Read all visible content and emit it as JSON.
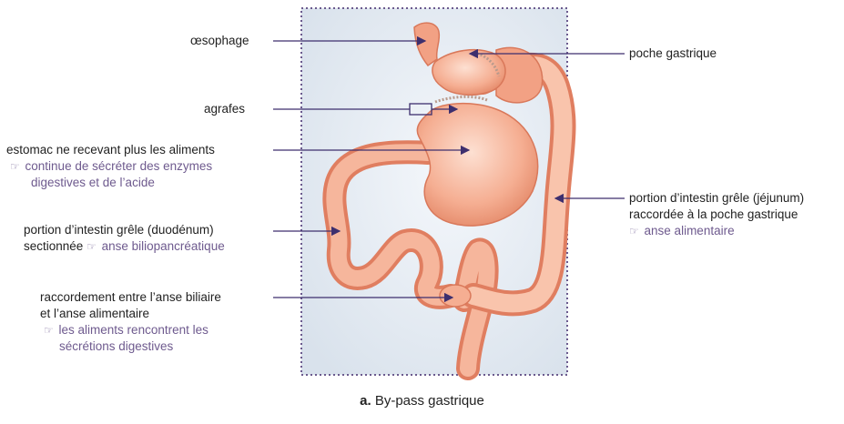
{
  "labels": {
    "oesophage": "œsophage",
    "agrafes": "agrafes",
    "poche": "poche gastrique",
    "estomac_line1": "estomac ne recevant plus les aliments",
    "estomac_line2": "continue de sécréter des enzymes",
    "estomac_line3": "digestives et de l’acide",
    "duodenum_line1": "portion d’intestin grêle (duodénum)",
    "duodenum_line2": "sectionnée",
    "duodenum_line2b": "anse biliopancréatique",
    "jejunum_line1": "portion d’intestin grêle (jéjunum)",
    "jejunum_line2": "raccordée à la poche gastrique",
    "jejunum_line3": "anse alimentaire",
    "raccord_line1": "raccordement entre l’anse biliaire",
    "raccord_line2": "et l’anse alimentaire",
    "raccord_line3": "les aliments rencontrent les",
    "raccord_line4": "sécrétions digestives"
  },
  "pointer_glyph": "☞",
  "caption": {
    "letter": "a.",
    "text": "By-pass gastrique"
  },
  "colors": {
    "frame": "#6b5a8e",
    "tissue": "#f2a184",
    "tissue_dark": "#e07e60",
    "panel": "#e8eef5",
    "arrow": "#4a3a78",
    "sub_text": "#6e5a8e"
  }
}
